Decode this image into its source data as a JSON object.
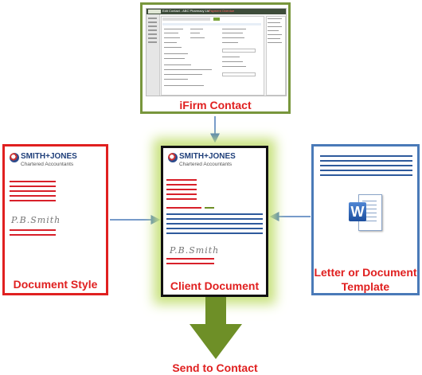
{
  "colors": {
    "green_border": "#78963c",
    "red_border": "#e02020",
    "blue_border": "#4a7ab8",
    "arrow_green": "#6e8f27",
    "connector_blue": "#4a7ab8",
    "text_red": "#e02020"
  },
  "labels": {
    "ifirm_contact": "iFirm Contact",
    "document_style": "Document Style",
    "client_document": "Client Document",
    "letter_template_line1": "Letter or Document",
    "letter_template_line2": "Template",
    "send_to_contact": "Send to Contact"
  },
  "logo": {
    "line1": "SMITH+JONES",
    "line2": "Chartered Accountants"
  },
  "signature": "P.B.Smith",
  "icons": {
    "word_document": "word-document-icon",
    "screenshot": "ifirm-contact-screenshot"
  },
  "screenshot_header": {
    "title_left": "Edit Contact - ABC Pharmacy Ltd",
    "title_right": "Payment Overdue"
  }
}
